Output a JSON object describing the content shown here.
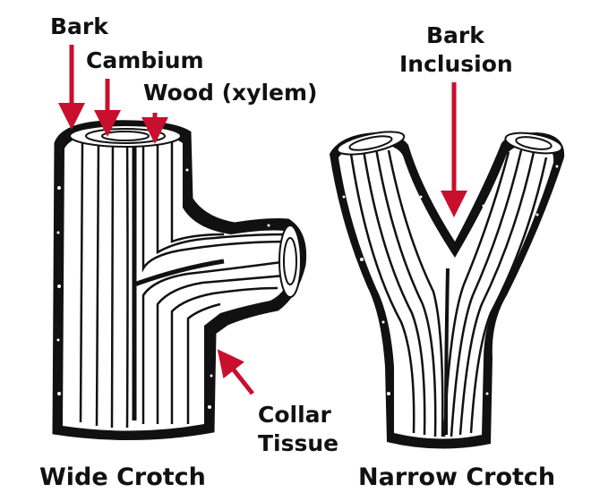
{
  "labels": {
    "bark": "Bark",
    "cambium": "Cambium",
    "wood": "Wood (xylem)",
    "bark_inclusion_line1": "Bark",
    "bark_inclusion_line2": "Inclusion",
    "collar_line1": "Collar",
    "collar_line2": "Tissue"
  },
  "captions": {
    "wide": "Wide Crotch",
    "narrow": "Narrow Crotch"
  },
  "colors": {
    "arrow": "#c8102e",
    "outline": "#111111",
    "wood": "#ffffff"
  }
}
